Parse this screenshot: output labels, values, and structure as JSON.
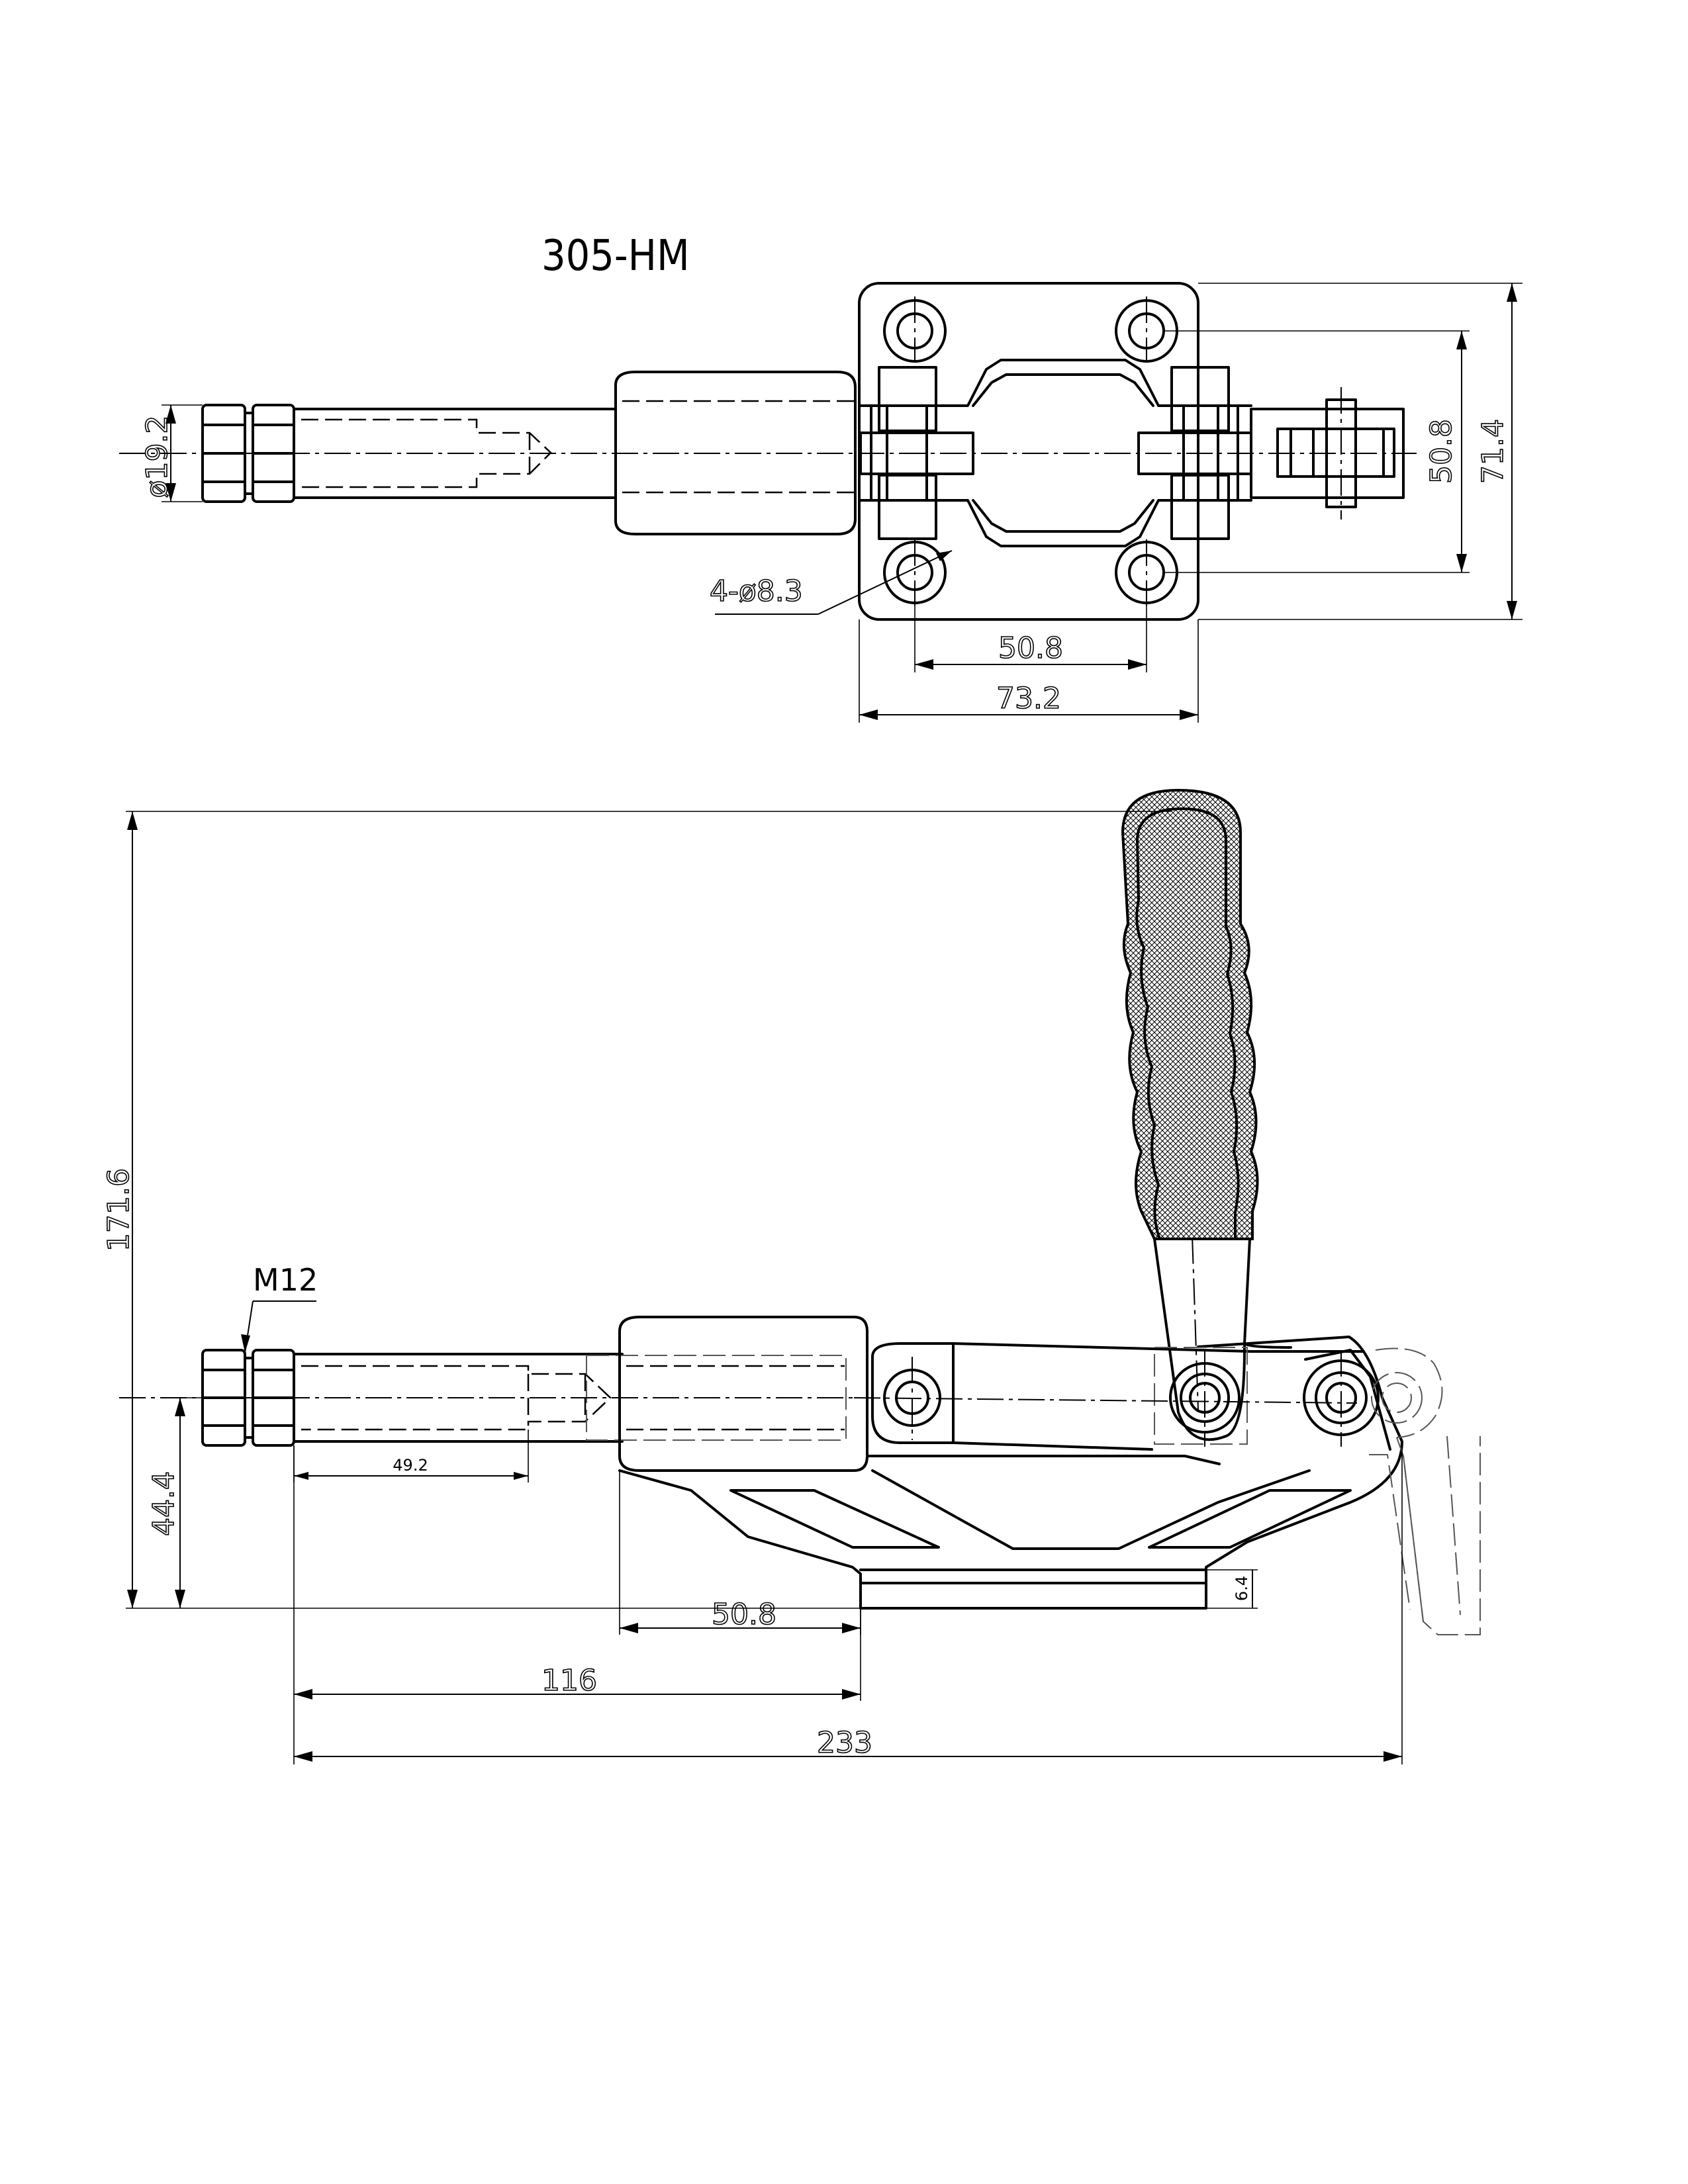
{
  "drawing": {
    "title": "305-HM",
    "thread_label": "M12"
  },
  "top_view": {
    "dimensions": {
      "rod_diameter": "ø19.2",
      "hole_spacing_vertical": "50.8",
      "base_height": "71.4",
      "holes": "4-ø8.3",
      "hole_spacing_horizontal": "50.8",
      "base_width": "73.2"
    }
  },
  "side_view": {
    "dimensions": {
      "overall_height": "171.6",
      "rod_center_height": "44.4",
      "stroke": "49.2",
      "base_hole_spacing": "50.8",
      "base_thickness": "6.4",
      "rod_to_base": "116",
      "overall_length": "233"
    }
  }
}
